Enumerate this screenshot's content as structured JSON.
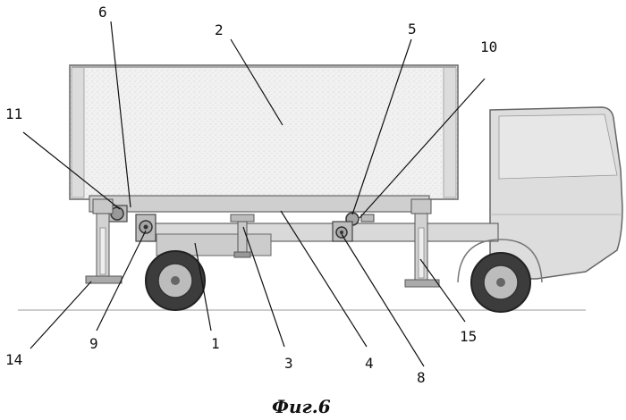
{
  "figure": {
    "callouts": [
      {
        "id": "c6",
        "text": "6"
      },
      {
        "id": "c2",
        "text": "2"
      },
      {
        "id": "c5",
        "text": "5"
      },
      {
        "id": "c10",
        "text": "10"
      },
      {
        "id": "c11",
        "text": "11"
      },
      {
        "id": "c9",
        "text": "9"
      },
      {
        "id": "c1",
        "text": "1"
      },
      {
        "id": "c3",
        "text": "3"
      },
      {
        "id": "c4",
        "text": "4"
      },
      {
        "id": "c8",
        "text": "8"
      },
      {
        "id": "c14",
        "text": "14"
      },
      {
        "id": "c15",
        "text": "15"
      }
    ],
    "caption": "Фиг.6"
  }
}
